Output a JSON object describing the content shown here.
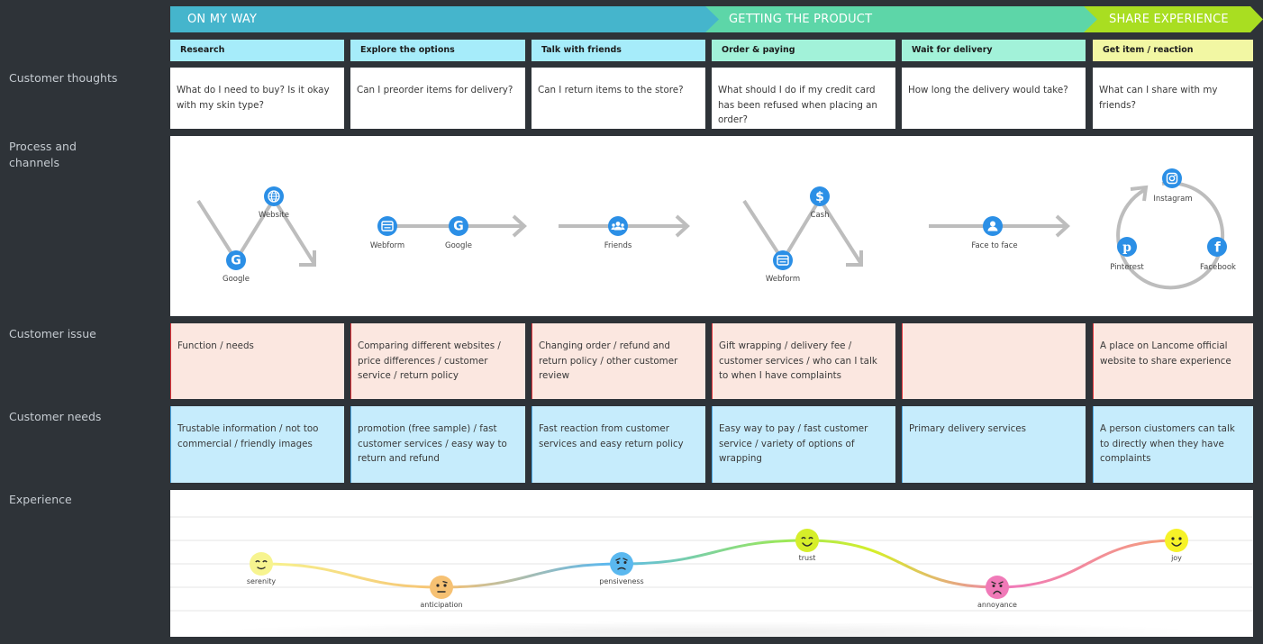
{
  "phases": [
    {
      "label": "ON MY WAY",
      "color": "#45b5cc"
    },
    {
      "label": "GETTING THE PRODUCT",
      "color": "#5dd6a8"
    },
    {
      "label": "SHARE EXPERIENCE",
      "color": "#a9de21"
    }
  ],
  "steps": [
    {
      "label": "Research",
      "color": "#a6ecfa"
    },
    {
      "label": "Explore the options",
      "color": "#a6ecfa"
    },
    {
      "label": "Talk with friends",
      "color": "#a6ecfa"
    },
    {
      "label": "Order & paying",
      "color": "#a2f2d9"
    },
    {
      "label": "Wait for delivery",
      "color": "#a2f2d9"
    },
    {
      "label": "Get item / reaction",
      "color": "#f2f7a3"
    }
  ],
  "row_labels": {
    "thoughts": "Customer thoughts",
    "process": "Process and channels",
    "issue": "Customer issue",
    "needs": "Customer needs",
    "experience": "Experience"
  },
  "thoughts": [
    "What do I need to buy? Is it okay with my skin type?",
    "Can I preorder items for delivery?",
    "Can I return items to the store?",
    "What should I do if my credit card has been refused when placing an order?",
    "How long the delivery would take?",
    "What can I share with my friends?"
  ],
  "channels": {
    "research": [
      "Website",
      "Google"
    ],
    "explore": [
      "Webform",
      "Google"
    ],
    "talk": [
      "Friends"
    ],
    "order": [
      "Cash",
      "Webform"
    ],
    "wait": [
      "Face to face"
    ],
    "share": [
      "Instagram",
      "Pinterest",
      "Facebook"
    ]
  },
  "issues": [
    "Function / needs",
    "Comparing different websites / price differences / customer service / return policy",
    "Changing order / refund and return policy / other customer review",
    "Gift wrapping / delivery fee / customer services / who can I talk to when I have complaints",
    "",
    "A place on Lancome official website to share experience"
  ],
  "needs": [
    "Trustable information / not too commercial / friendly images",
    "promotion (free sample) / fast customer services / easy way to return and refund",
    "Fast reaction from customer services and easy return policy",
    "Easy way to pay / fast customer service / variety of options of wrapping",
    "Primary delivery services",
    "A person ciustomers can talk to directly when they have complaints"
  ],
  "experience": [
    {
      "emotion": "serenity",
      "face": "serenity",
      "color": "#f7f48f",
      "level": 2
    },
    {
      "emotion": "anticipation",
      "face": "anticipation",
      "color": "#f6c173",
      "level": 1
    },
    {
      "emotion": "pensiveness",
      "face": "pensiveness",
      "color": "#5ab8ef",
      "level": 2
    },
    {
      "emotion": "trust",
      "face": "trust",
      "color": "#d6ee2a",
      "level": 3
    },
    {
      "emotion": "annoyance",
      "face": "annoyance",
      "color": "#f07ab8",
      "level": 1
    },
    {
      "emotion": "joy",
      "face": "joy",
      "color": "#f6f228",
      "level": 3
    }
  ],
  "colors": {
    "background": "#2e3338",
    "issue_border": "#e2343a",
    "need_border": "#4aa8e5",
    "icon_blue": "#2b8fe6",
    "arrow_gray": "#bdbdbd"
  }
}
